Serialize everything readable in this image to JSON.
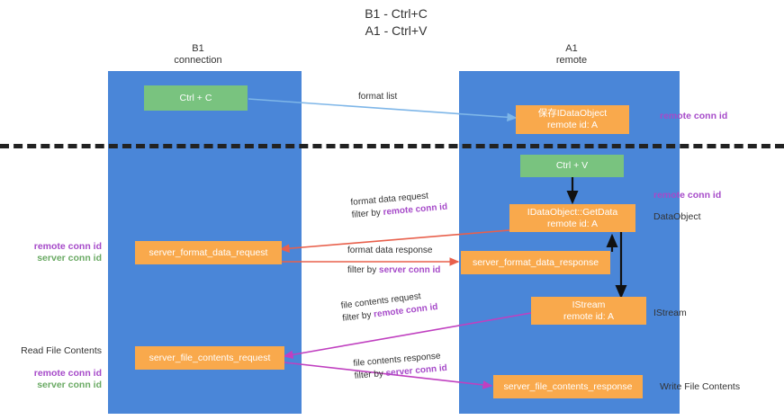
{
  "title": "B1 - Ctrl+C\nA1 - Ctrl+V",
  "colors": {
    "lane": "#4a86d8",
    "green_box": "#79c37f",
    "orange_box": "#f9a94c",
    "purple_text": "#a64ac9",
    "green_text": "#6aaa64",
    "blue_arrow": "#7eb6e8",
    "red_arrow": "#e8604c",
    "magenta_arrow": "#c040c0",
    "black_arrow": "#111111",
    "divider": "#222222"
  },
  "lanes": [
    {
      "id": "b1",
      "title": "B1\nconnection"
    },
    {
      "id": "a1",
      "title": "A1\nremote"
    }
  ],
  "boxes": [
    {
      "id": "ctrl-c",
      "label": "Ctrl + C",
      "sublabel": "",
      "color": "green"
    },
    {
      "id": "idataobject",
      "label": "保存IDataObject",
      "sublabel": "remote id: A",
      "color": "orange"
    },
    {
      "id": "ctrl-v",
      "label": "Ctrl + V",
      "sublabel": "",
      "color": "green"
    },
    {
      "id": "getdata",
      "label": "IDataObject::GetData",
      "sublabel": "remote id: A",
      "color": "orange"
    },
    {
      "id": "fmt-req",
      "label": "server_format_data_request",
      "sublabel": "",
      "color": "orange"
    },
    {
      "id": "fmt-resp",
      "label": "server_format_data_response",
      "sublabel": "",
      "color": "orange"
    },
    {
      "id": "istream",
      "label": "IStream",
      "sublabel": "remote id: A",
      "color": "orange"
    },
    {
      "id": "file-req",
      "label": "server_file_contents_request",
      "sublabel": "",
      "color": "orange"
    },
    {
      "id": "file-resp",
      "label": "server_file_contents_response",
      "sublabel": "",
      "color": "orange"
    }
  ],
  "edge_labels": [
    {
      "id": "format-list",
      "line1": "format list",
      "line2": "",
      "line2_prefix": ""
    },
    {
      "id": "format-data-req",
      "line1": "format data request",
      "line2": "remote conn id",
      "line2_prefix": "filter by "
    },
    {
      "id": "format-data-resp",
      "line1": "format data response",
      "line2": "server conn id",
      "line2_prefix": "filter by "
    },
    {
      "id": "file-contents-req",
      "line1": "file contents request",
      "line2": "remote conn id",
      "line2_prefix": "filter by "
    },
    {
      "id": "file-contents-resp",
      "line1": "file contents response",
      "line2": "server conn id",
      "line2_prefix": "filter by "
    }
  ],
  "side_labels": {
    "right": [
      {
        "id": "remote-conn-id-top",
        "purple": "remote conn id",
        "plain": ""
      },
      {
        "id": "remote-conn-id-middle",
        "purple": "remote conn id",
        "plain": "DataObject"
      },
      {
        "id": "istream-label",
        "purple": "",
        "plain": "IStream"
      },
      {
        "id": "write-file-contents",
        "purple": "",
        "plain": "Write File Contents"
      }
    ],
    "left": [
      {
        "id": "conn-ids-middle",
        "plain": "",
        "purple": "remote conn id",
        "green": "server conn id"
      },
      {
        "id": "read-file",
        "plain": "Read File Contents",
        "purple": "remote conn id",
        "green": "server conn id"
      }
    ]
  }
}
